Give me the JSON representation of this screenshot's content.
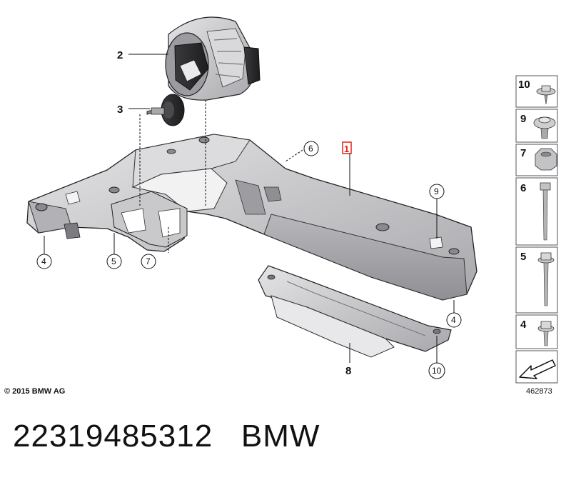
{
  "diagram": {
    "callouts": {
      "part1": "1",
      "part2": "2",
      "part3": "3",
      "part4_left": "4",
      "part4_right": "4",
      "part5": "5",
      "part6": "6",
      "part7": "7",
      "part8": "8",
      "part9": "9",
      "part10": "10"
    },
    "legend": [
      "10",
      "9",
      "7",
      "6",
      "5",
      "4"
    ],
    "copyright": "© 2015 BMW AG",
    "diagram_number": "462873"
  },
  "footer": {
    "part_number": "22319485312",
    "brand": "BMW"
  }
}
